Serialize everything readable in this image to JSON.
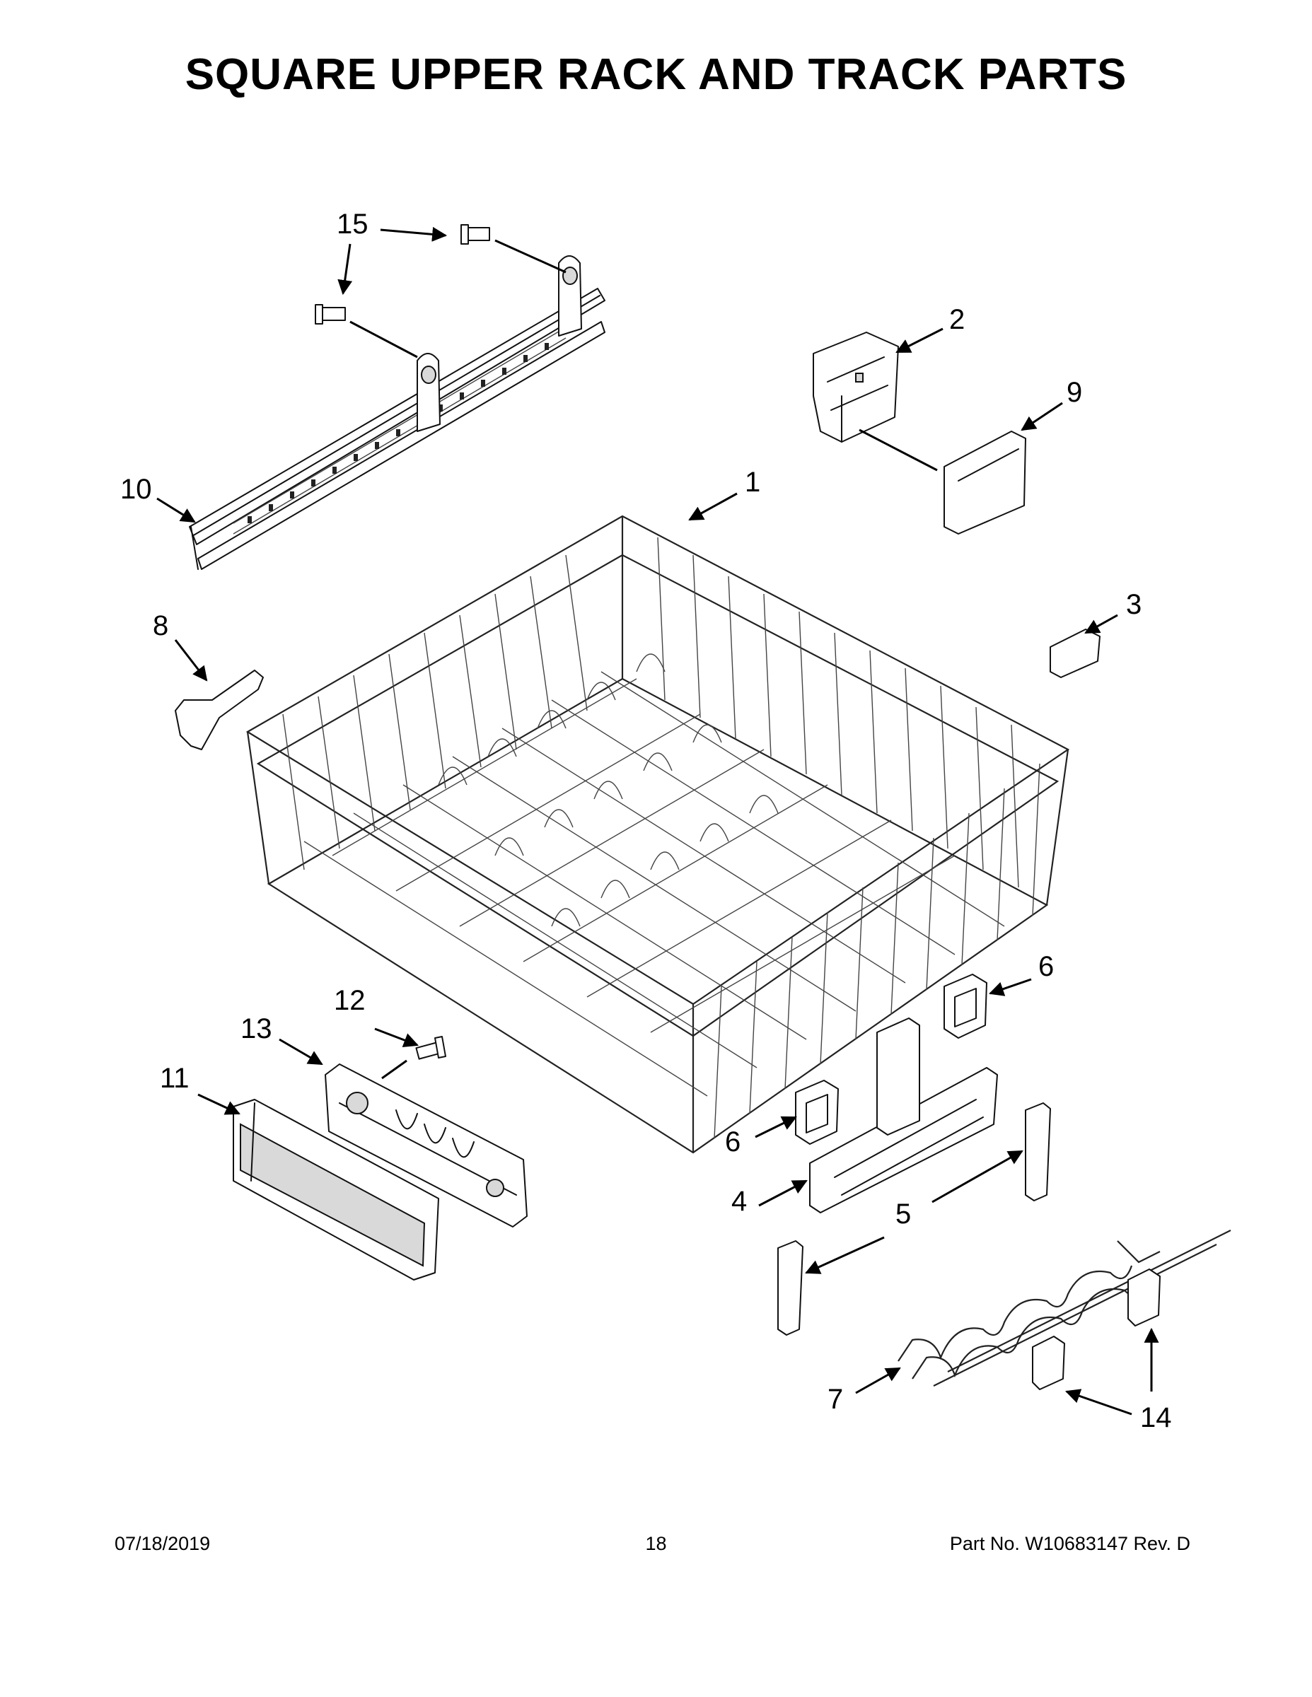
{
  "title": "SQUARE UPPER RACK AND TRACK PARTS",
  "callouts": {
    "c1": "1",
    "c2": "2",
    "c3": "3",
    "c4": "4",
    "c5": "5",
    "c6a": "6",
    "c6b": "6",
    "c7": "7",
    "c8": "8",
    "c9": "9",
    "c10": "10",
    "c11": "11",
    "c12": "12",
    "c13": "13",
    "c14": "14",
    "c15": "15"
  },
  "footer": {
    "date": "07/18/2019",
    "page": "18",
    "part_no": "Part No.  W10683147  Rev.  D"
  }
}
